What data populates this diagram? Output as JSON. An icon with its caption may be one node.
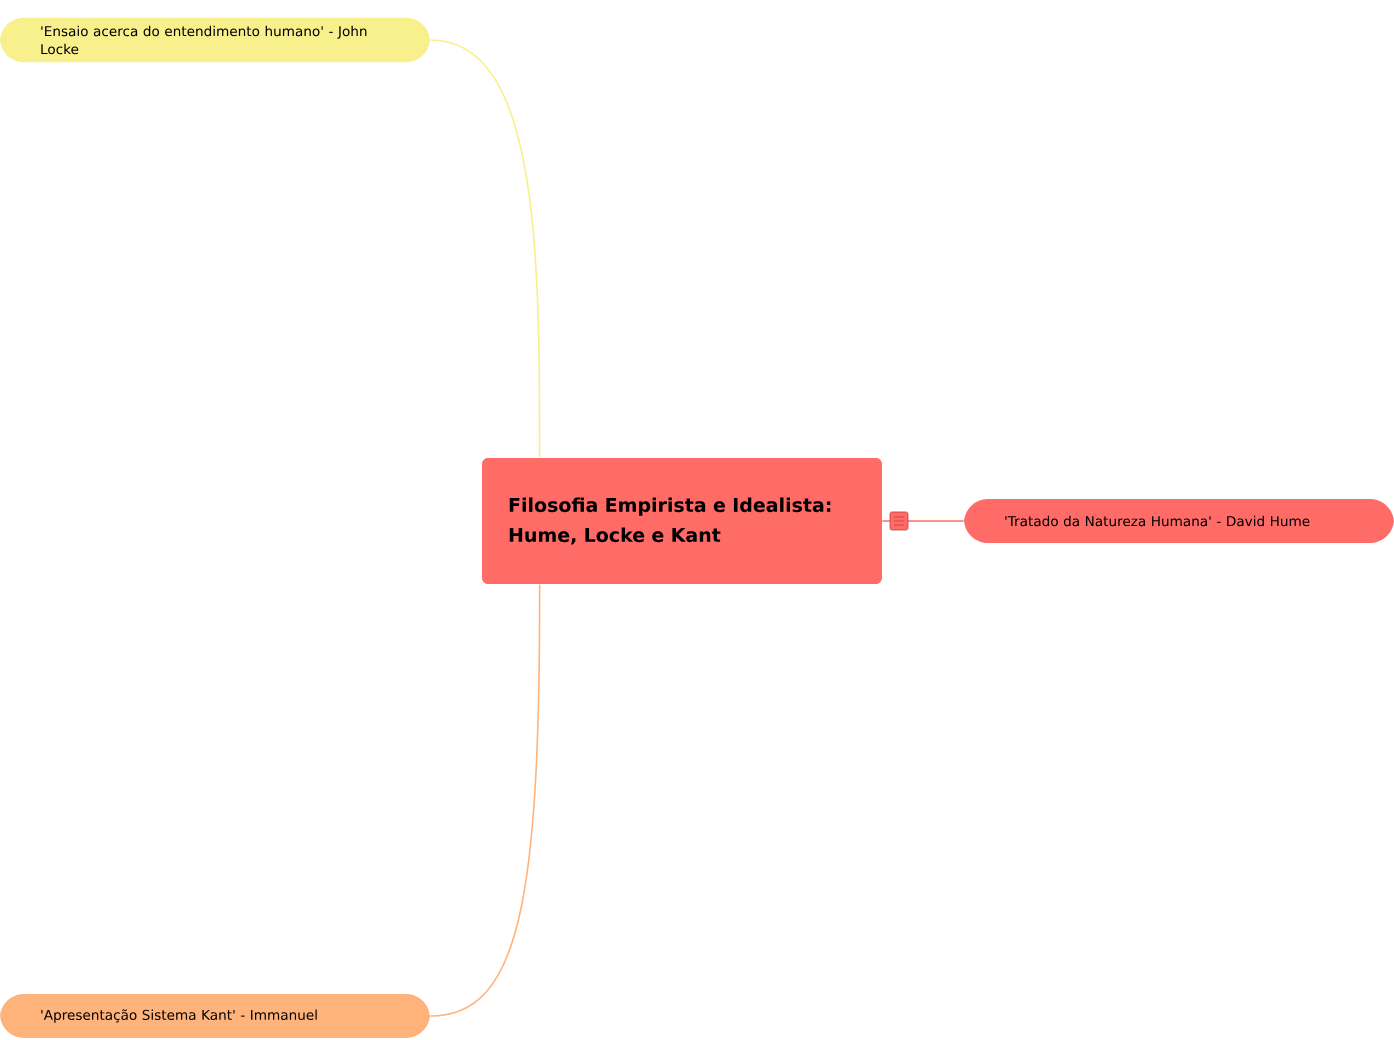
{
  "diagram": {
    "nodes": [
      {
        "text": [
          "Filosofia Empirista e Idealista: Hume, Locke e Kant"
        ]
      },
      {
        "text": [
          "'Ensaio acerca do entendimento humano' - John Locke"
        ]
      },
      {
        "text": [
          "'Tratado da Natureza Humana' - David Hume"
        ]
      },
      {
        "text": [
          "'Apresentação Sistema Kant' - Immanuel"
        ]
      }
    ],
    "edges": [
      {
        "from": 0,
        "to": 1,
        "arrow": "none",
        "color": "#f7f08c"
      },
      {
        "from": 0,
        "to": 2,
        "arrow": "none",
        "color": "#ff6b66"
      },
      {
        "from": 0,
        "to": 3,
        "arrow": "none",
        "color": "#ffb27a"
      }
    ]
  }
}
